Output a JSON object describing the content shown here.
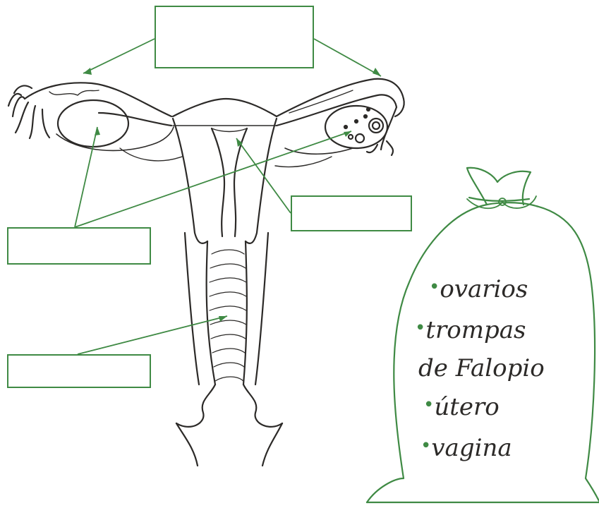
{
  "colors": {
    "leader_line": "#3f8a44",
    "bag_outline": "#3f8a44",
    "anatomy_ink": "#2c2a28",
    "word_ink": "#2c2a28"
  },
  "bag": {
    "words": [
      {
        "bullet": "•",
        "text": "ovarios"
      },
      {
        "bullet": "•",
        "text": "trompas"
      },
      {
        "bullet": "",
        "text": "de Falopio"
      },
      {
        "bullet": "•",
        "text": "útero"
      },
      {
        "bullet": "•",
        "text": "vagina"
      }
    ]
  },
  "answer_boxes": [
    {
      "target": "trompas de Falopio",
      "value": ""
    },
    {
      "target": "ovarios",
      "value": ""
    },
    {
      "target": "útero",
      "value": ""
    },
    {
      "target": "vagina",
      "value": ""
    }
  ]
}
